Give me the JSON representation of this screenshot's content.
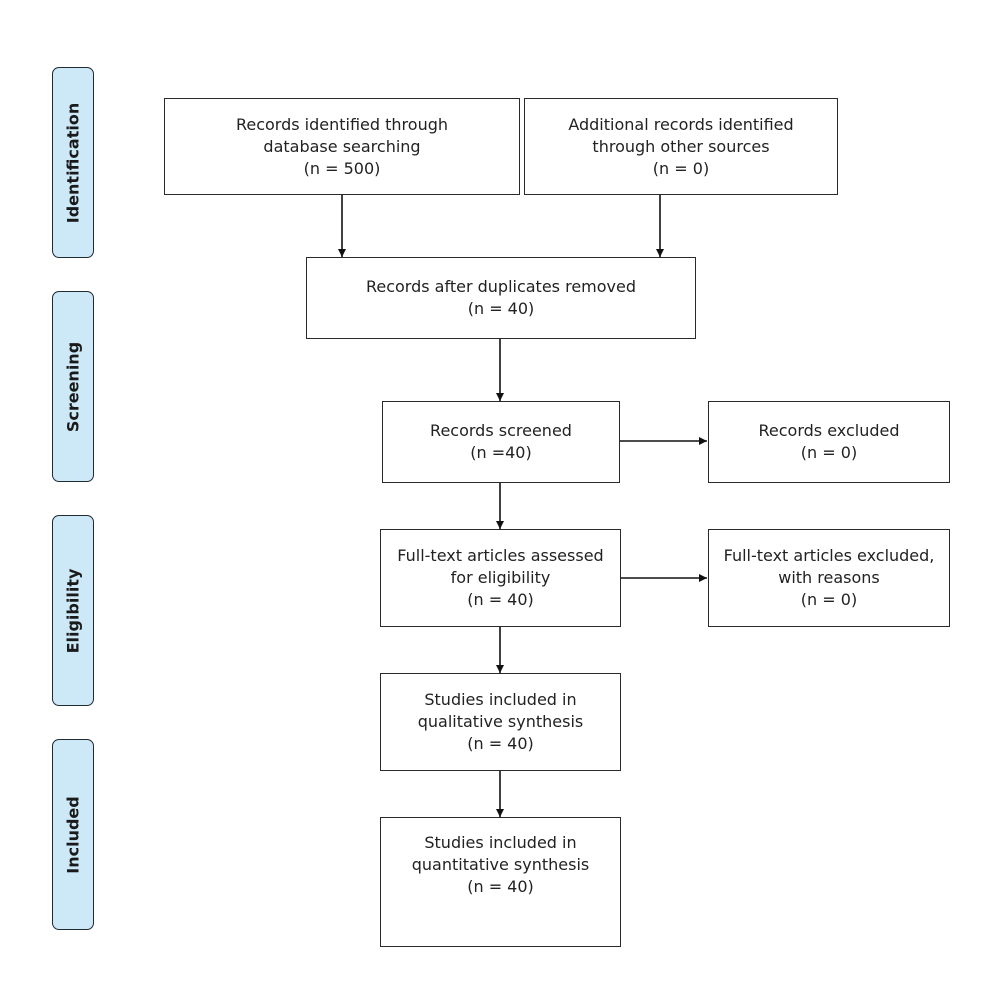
{
  "stages": [
    {
      "id": "identification",
      "label": "Identification"
    },
    {
      "id": "screening",
      "label": "Screening"
    },
    {
      "id": "eligibility",
      "label": "Eligibility"
    },
    {
      "id": "included",
      "label": "Included"
    }
  ],
  "boxes": {
    "database_records": {
      "lines": [
        "Records identified through",
        "database searching",
        "(n = 500)"
      ]
    },
    "other_records": {
      "lines": [
        "Additional records identified",
        "through other sources",
        "(n = 0)"
      ]
    },
    "duplicates_removed": {
      "lines": [
        "Records after duplicates removed",
        "(n = 40)"
      ]
    },
    "records_screened": {
      "lines": [
        "Records screened",
        "(n =40)"
      ]
    },
    "records_excluded": {
      "lines": [
        "Records excluded",
        "(n = 0)"
      ]
    },
    "fulltext_assessed": {
      "lines": [
        "Full-text articles assessed",
        "for eligibility",
        "(n = 40)"
      ]
    },
    "fulltext_excluded": {
      "lines": [
        "Full-text articles excluded,",
        "with reasons",
        "(n =  0)"
      ]
    },
    "qualitative": {
      "lines": [
        "Studies included in",
        "qualitative synthesis",
        "(n = 40)"
      ]
    },
    "quantitative": {
      "lines": [
        "Studies included in",
        "quantitative synthesis",
        "(n = 40)"
      ]
    }
  }
}
